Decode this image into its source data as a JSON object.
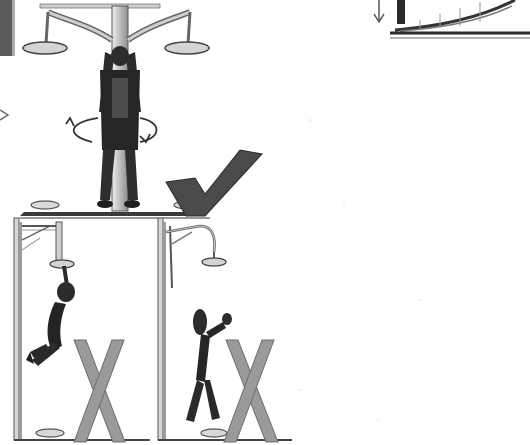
{
  "illustration": {
    "panels": [
      {
        "id": "correct-use",
        "verdict": "check"
      },
      {
        "id": "hanging-misuse",
        "verdict": "cross"
      },
      {
        "id": "standing-misuse",
        "verdict": "cross"
      }
    ],
    "colors": {
      "ink": "#3a3a3a",
      "dark_ink": "#1e1e1e",
      "check_mark": "#4a4a4a",
      "cross_mark": "#9a9a9a",
      "frame_light": "#d8d8d8",
      "paper": "#ffffff"
    },
    "icons": [
      "rotate-arrow-icon",
      "check-mark-icon",
      "cross-mark-icon"
    ]
  }
}
